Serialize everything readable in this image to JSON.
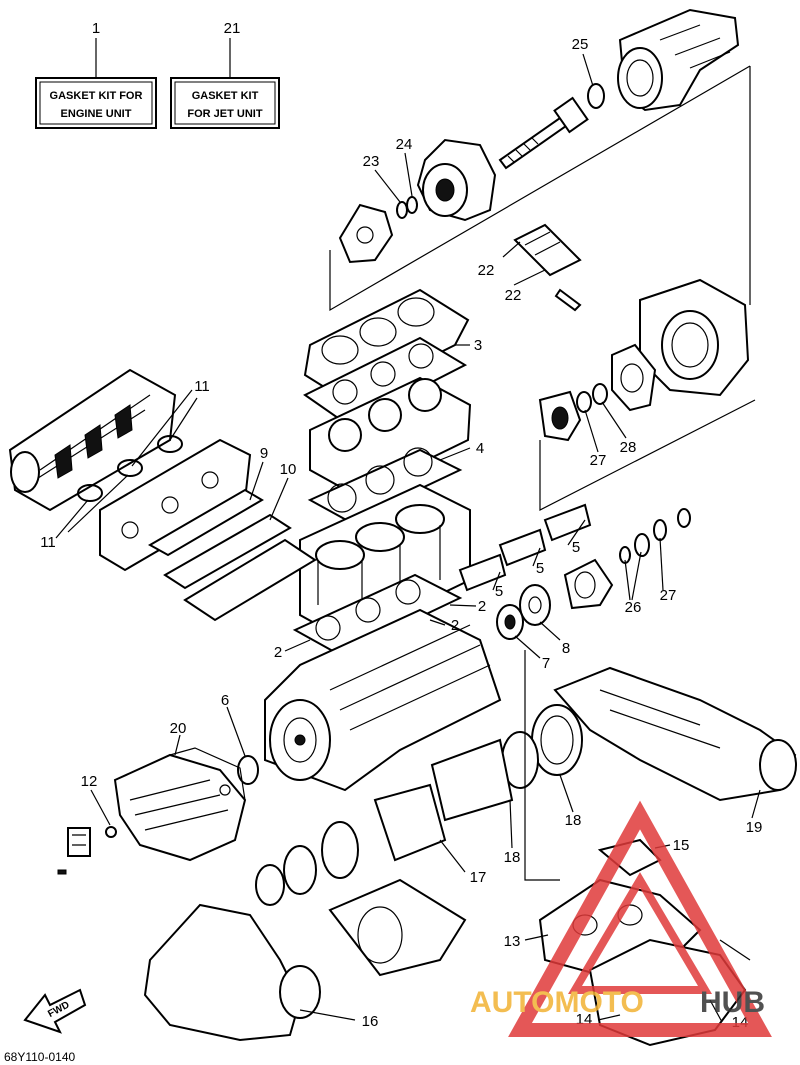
{
  "kits": [
    {
      "number": "1",
      "line1": "GASKET KIT FOR",
      "line2": "ENGINE UNIT"
    },
    {
      "number": "21",
      "line1": "GASKET KIT",
      "line2": "FOR JET UNIT"
    }
  ],
  "callouts": {
    "c25": "25",
    "c24": "24",
    "c23": "23",
    "c22a": "22",
    "c22b": "22",
    "c3": "3",
    "c11a": "11",
    "c11b": "11",
    "c9": "9",
    "c10": "10",
    "c4": "4",
    "c27a": "27",
    "c28": "28",
    "c5a": "5",
    "c5b": "5",
    "c5c": "5",
    "c26": "26",
    "c27b": "27",
    "c2a": "2",
    "c2b": "2",
    "c2c": "2",
    "c8": "8",
    "c7": "7",
    "c6": "6",
    "c20": "20",
    "c12": "12",
    "c18a": "18",
    "c18b": "18",
    "c19": "19",
    "c17": "17",
    "c15": "15",
    "c13": "13",
    "c16": "16",
    "c14a": "14",
    "c14b": "14"
  },
  "fwd_label": "FWD",
  "reference": "68Y110-0140",
  "watermark": {
    "part1": "AUTOMOTO",
    "part2": "HUB",
    "color": "#e03a3a"
  }
}
